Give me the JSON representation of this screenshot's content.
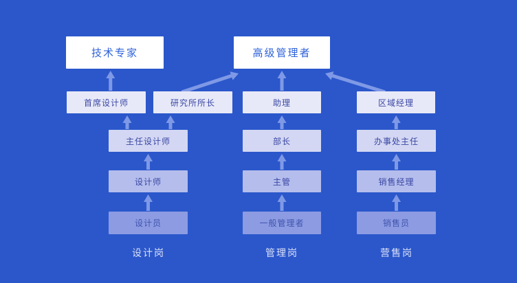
{
  "colors": {
    "background": "#2b57cb",
    "top_box_bg": "#ffffff",
    "top_box_text": "#2e62d8",
    "box_text": "#3a47a3",
    "bottom_box_text": "#4154ae",
    "arrow": "#7f99e6",
    "label_text": "#dbe0f8"
  },
  "nodes": {
    "tech_expert": {
      "label": "技术专家"
    },
    "senior_manager": {
      "label": "高级管理者"
    },
    "chief_designer": {
      "label": "首席设计师"
    },
    "institute_director": {
      "label": "研究所所长"
    },
    "assistant": {
      "label": "助理"
    },
    "regional_manager": {
      "label": "区域经理"
    },
    "director_designer": {
      "label": "主任设计师"
    },
    "minister": {
      "label": "部长"
    },
    "office_director": {
      "label": "办事处主任"
    },
    "designer": {
      "label": "设计师"
    },
    "supervisor": {
      "label": "主管"
    },
    "sales_manager": {
      "label": "销售经理"
    },
    "junior_designer": {
      "label": "设计员"
    },
    "general_manager": {
      "label": "一般管理者"
    },
    "salesperson": {
      "label": "销售员"
    }
  },
  "column_labels": [
    {
      "label": "设计岗"
    },
    {
      "label": "管理岗"
    },
    {
      "label": "营售岗"
    }
  ],
  "connections": [
    {
      "from": "junior_designer",
      "to": "designer"
    },
    {
      "from": "designer",
      "to": "director_designer"
    },
    {
      "from": "director_designer",
      "to": "chief_designer"
    },
    {
      "from": "director_designer",
      "to": "institute_director"
    },
    {
      "from": "chief_designer",
      "to": "tech_expert"
    },
    {
      "from": "institute_director",
      "to": "senior_manager"
    },
    {
      "from": "general_manager",
      "to": "supervisor"
    },
    {
      "from": "supervisor",
      "to": "minister"
    },
    {
      "from": "minister",
      "to": "assistant"
    },
    {
      "from": "assistant",
      "to": "senior_manager"
    },
    {
      "from": "salesperson",
      "to": "sales_manager"
    },
    {
      "from": "sales_manager",
      "to": "office_director"
    },
    {
      "from": "office_director",
      "to": "regional_manager"
    },
    {
      "from": "regional_manager",
      "to": "senior_manager"
    }
  ]
}
